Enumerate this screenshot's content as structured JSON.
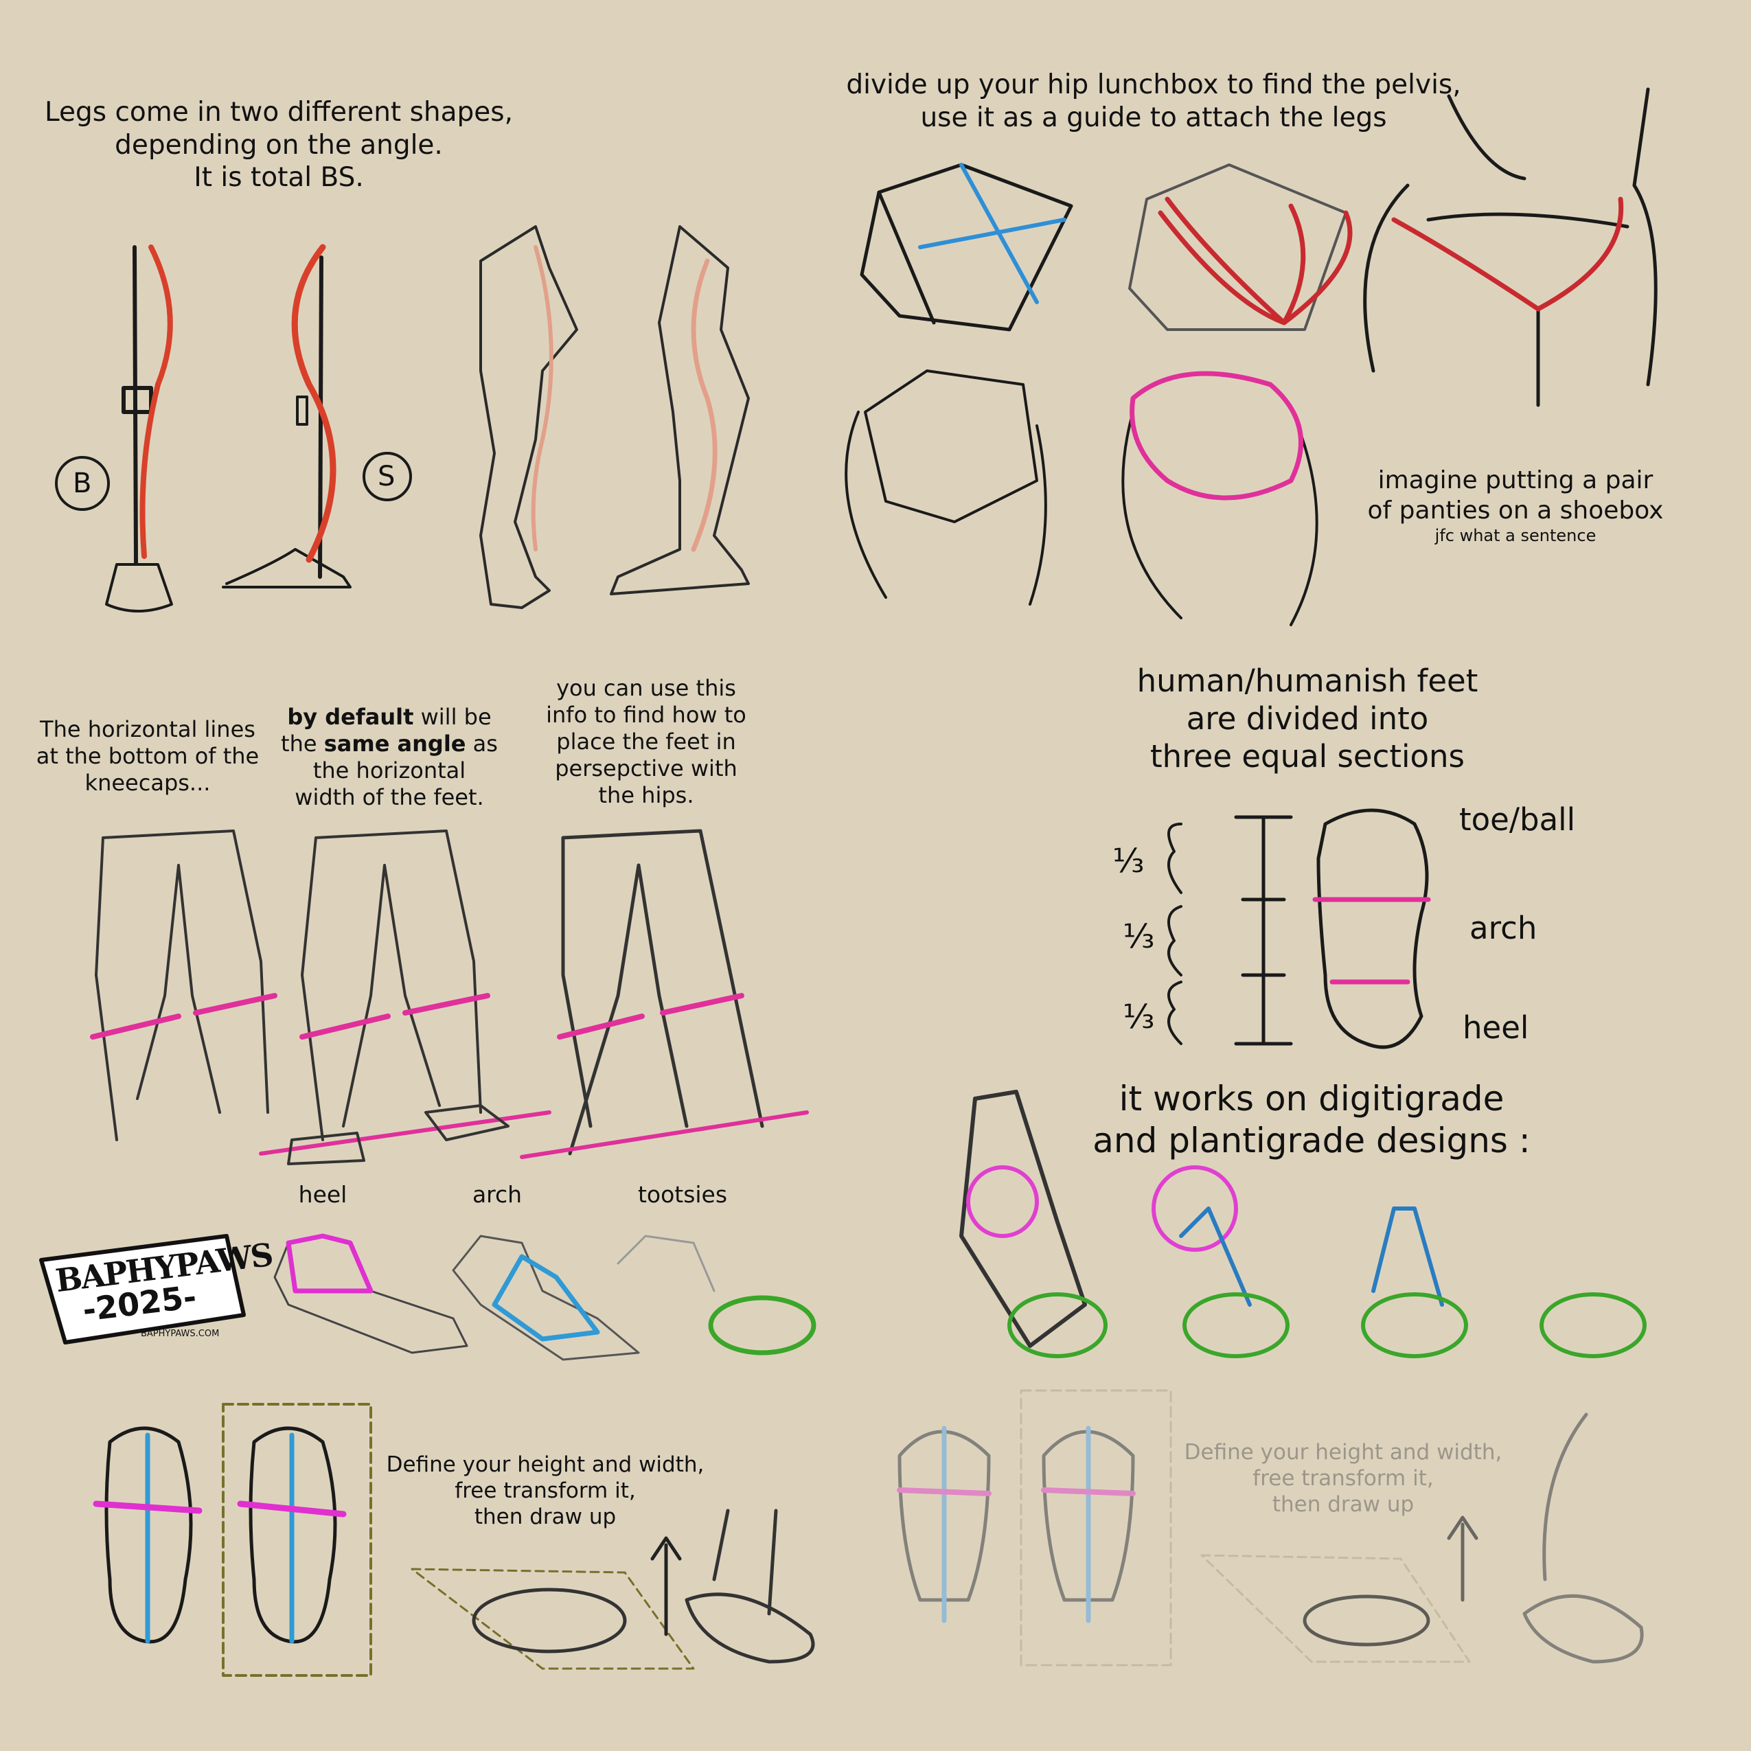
{
  "legs_intro": {
    "lines": [
      "Legs come in two different shapes,",
      "depending on the angle.",
      "It is total BS."
    ]
  },
  "leg_labels": {
    "b": "B",
    "s": "S"
  },
  "hips": {
    "title_lines": [
      "divide up your hip lunchbox to find the pelvis,",
      "use it as a guide to attach the legs"
    ],
    "note_lines": [
      "imagine putting a pair",
      "of panties on a shoebox"
    ],
    "aside": "jfc what a sentence"
  },
  "kneecaps": {
    "col1": [
      "The horizontal lines",
      "at the bottom of the",
      "kneecaps..."
    ],
    "col2": {
      "bold1": "by default",
      "rest1": " will be",
      "pre2": "the ",
      "bold2": "same angle",
      "rest2": " as",
      "line3": "the horizontal",
      "line4": "width of the feet."
    },
    "col3": [
      "you can use this",
      "info to find how to",
      "place the feet in",
      "persepctive with",
      "the hips."
    ]
  },
  "feet": {
    "title_lines": [
      "human/humanish feet",
      "are divided into",
      "three equal sections"
    ],
    "fraction": "⅓",
    "sections": [
      "toe/ball",
      "arch",
      "heel"
    ],
    "designs_lines": [
      "it works on digitigrade",
      "and plantigrade designs :"
    ]
  },
  "foot_parts": [
    "heel",
    "arch",
    "tootsies"
  ],
  "transform": {
    "lines": [
      "Define your height and width,",
      "free transform it,",
      "then draw up"
    ]
  },
  "logo": {
    "name": "BAPHYPAWS",
    "year": "-2025-",
    "url": "BAPHYPAWS.COM"
  },
  "colors": {
    "background": "#ddd3bd",
    "red": "#d8402a",
    "pink": "#e0309a",
    "blue": "#2f8fd6",
    "green": "#3aa62a",
    "ink": "#1a1a1a"
  }
}
